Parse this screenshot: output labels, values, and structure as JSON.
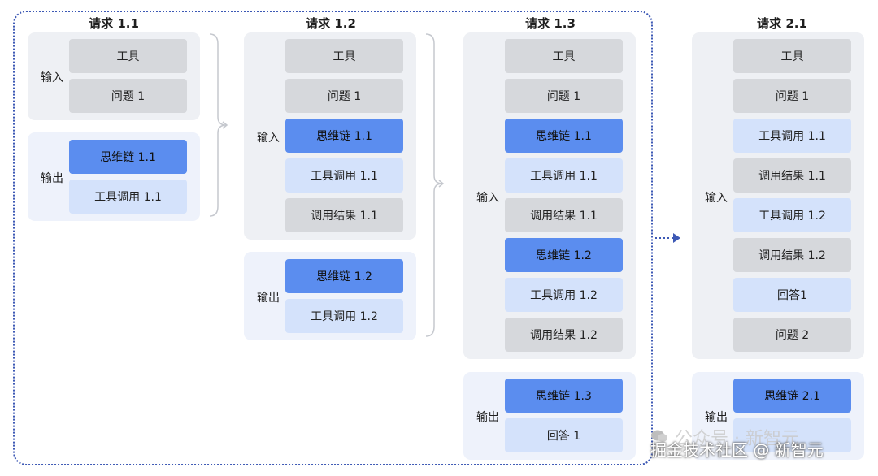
{
  "columns": [
    {
      "title": "请求 1.1",
      "input_label": "输入",
      "output_label": "输出",
      "input_items": [
        {
          "text": "工具",
          "kind": "gray"
        },
        {
          "text": "问题 1",
          "kind": "gray"
        }
      ],
      "output_items": [
        {
          "text": "思维链 1.1",
          "kind": "blue"
        },
        {
          "text": "工具调用 1.1",
          "kind": "light"
        }
      ]
    },
    {
      "title": "请求 1.2",
      "input_label": "输入",
      "output_label": "输出",
      "input_items": [
        {
          "text": "工具",
          "kind": "gray"
        },
        {
          "text": "问题 1",
          "kind": "gray"
        },
        {
          "text": "思维链 1.1",
          "kind": "blue"
        },
        {
          "text": "工具调用 1.1",
          "kind": "light"
        },
        {
          "text": "调用结果 1.1",
          "kind": "gray"
        }
      ],
      "output_items": [
        {
          "text": "思维链 1.2",
          "kind": "blue"
        },
        {
          "text": "工具调用 1.2",
          "kind": "light"
        }
      ]
    },
    {
      "title": "请求 1.3",
      "input_label": "输入",
      "output_label": "输出",
      "input_items": [
        {
          "text": "工具",
          "kind": "gray"
        },
        {
          "text": "问题 1",
          "kind": "gray"
        },
        {
          "text": "思维链 1.1",
          "kind": "blue"
        },
        {
          "text": "工具调用 1.1",
          "kind": "light"
        },
        {
          "text": "调用结果 1.1",
          "kind": "gray"
        },
        {
          "text": "思维链 1.2",
          "kind": "blue"
        },
        {
          "text": "工具调用 1.2",
          "kind": "light"
        },
        {
          "text": "调用结果 1.2",
          "kind": "gray"
        }
      ],
      "output_items": [
        {
          "text": "思维链 1.3",
          "kind": "blue"
        },
        {
          "text": "回答 1",
          "kind": "light"
        }
      ]
    },
    {
      "title": "请求 2.1",
      "input_label": "输入",
      "output_label": "输出",
      "input_items": [
        {
          "text": "工具",
          "kind": "gray"
        },
        {
          "text": "问题 1",
          "kind": "gray"
        },
        {
          "text": "工具调用 1.1",
          "kind": "light"
        },
        {
          "text": "调用结果 1.1",
          "kind": "gray"
        },
        {
          "text": "工具调用 1.2",
          "kind": "light"
        },
        {
          "text": "调用结果 1.2",
          "kind": "gray"
        },
        {
          "text": "回答1",
          "kind": "light"
        },
        {
          "text": "问题 2",
          "kind": "gray"
        }
      ],
      "output_items": [
        {
          "text": "思维链 2.1",
          "kind": "blue"
        },
        {
          "text": "",
          "kind": "light"
        }
      ]
    }
  ],
  "colors": {
    "gray": "#d6d8dc",
    "blue": "#5b8def",
    "light": "#d4e2fb",
    "frame": "#3d59b5"
  },
  "watermark": {
    "ghost": "公众号 · 新智元",
    "text": "掘金技术社区 @ 新智元"
  }
}
